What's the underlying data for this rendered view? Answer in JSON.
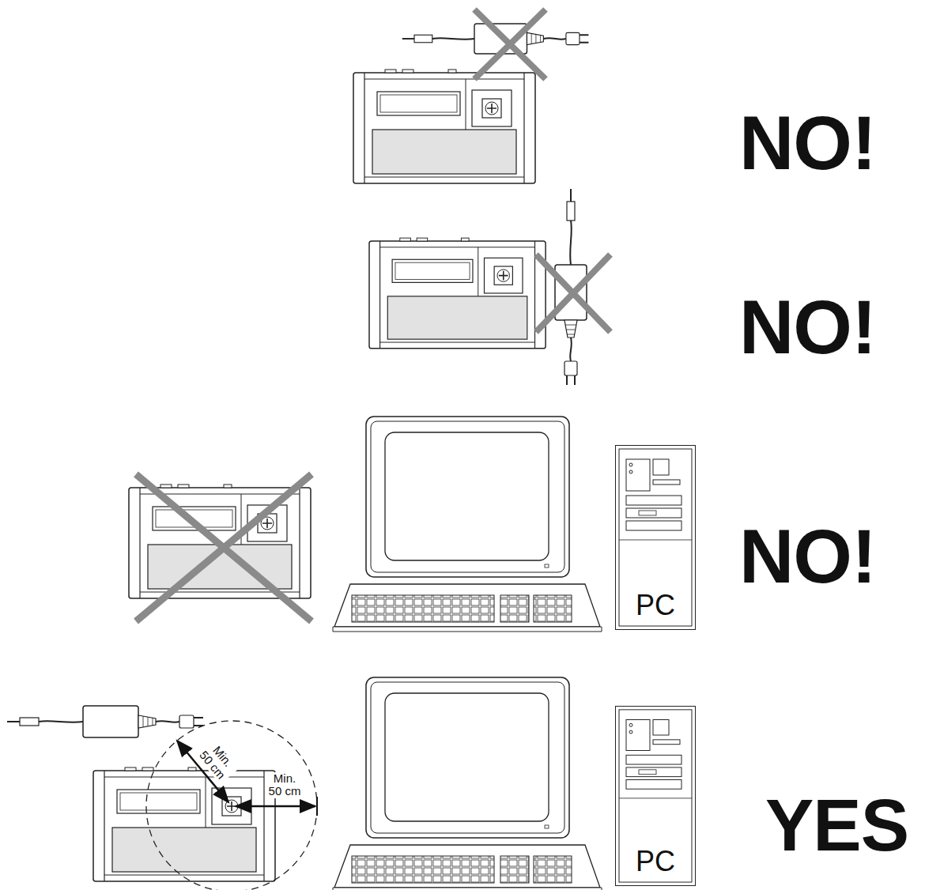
{
  "diagram": {
    "nodes": [
      {
        "text": [
          "PC"
        ]
      },
      {
        "text": [
          "PC"
        ]
      }
    ],
    "labels": [
      "NO!",
      "NO!",
      "NO!",
      "Min. 50 cm",
      "Min. 50 cm",
      "YES"
    ]
  }
}
